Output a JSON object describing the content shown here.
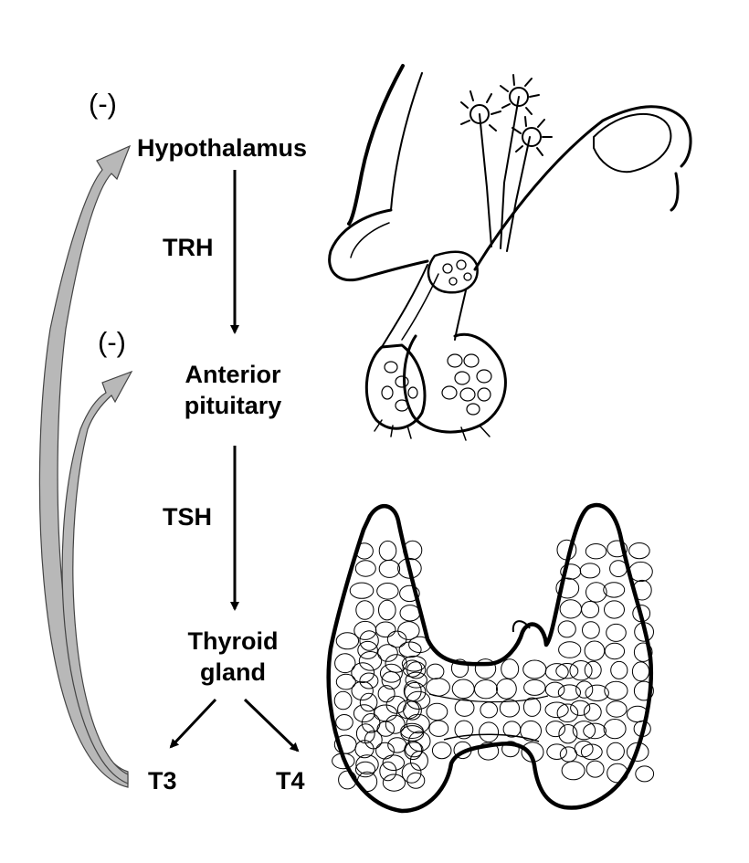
{
  "diagram": {
    "feedback": {
      "hypothalamus_sign": "(-)",
      "pituitary_sign": "(-)"
    },
    "nodes": {
      "hypothalamus": "Hypothalamus",
      "anterior_pituitary": [
        "Anterior",
        "pituitary"
      ],
      "thyroid_gland": [
        "Thyroid",
        "gland"
      ],
      "t3": "T3",
      "t4": "T4"
    },
    "edges": {
      "trh": "TRH",
      "tsh": "TSH"
    },
    "colors": {
      "feedback_arrow_fill": "#b8b8b8",
      "arrow": "#000000"
    }
  }
}
